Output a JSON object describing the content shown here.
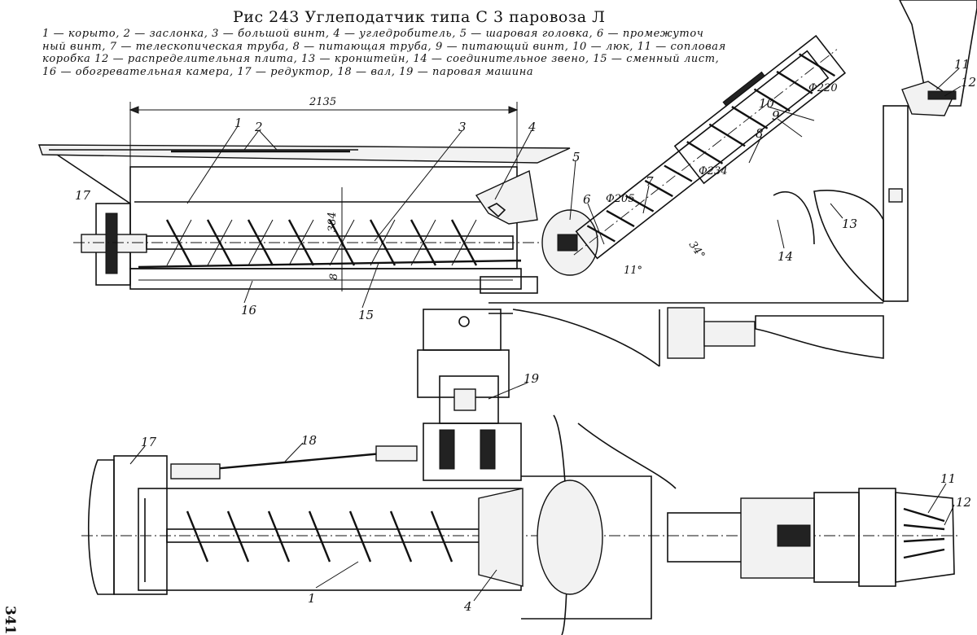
{
  "figure": {
    "title": "Рис 243 Углеподатчик типа С 3 паровоза Л",
    "legend_lines": [
      "1 — корыто, 2 — заслонка, 3 — большой винт, 4 — угледробитель, 5 — шаровая головка, 6 — промежуточ",
      "ный винт, 7 — телескопическая труба, 8 — питающая труба, 9 — питающий винт, 10 — люк, 11 — сопловая",
      "коробка 12 — распределительная плита, 13 — кронштейн, 14 — соединительное звено, 15 — сменный лист,",
      "16 — обогревательная камера, 17 — редуктор, 18 — вал, 19 — паровая машина"
    ],
    "page_number": "341"
  },
  "dimensions": {
    "length": "2135",
    "height": "384",
    "thickness": "8",
    "d_feed": "Ф220",
    "d_telescopic": "Ф205",
    "d_joint": "Ф234",
    "angle_pipe": "11°",
    "angle_joint": "34°"
  },
  "callouts_top": [
    "1",
    "2",
    "3",
    "4",
    "5",
    "6",
    "7",
    "8",
    "9",
    "10",
    "11",
    "12",
    "13",
    "14",
    "15",
    "16",
    "17"
  ],
  "callouts_bottom": [
    "17",
    "18",
    "19",
    "1",
    "4",
    "11",
    "12"
  ]
}
